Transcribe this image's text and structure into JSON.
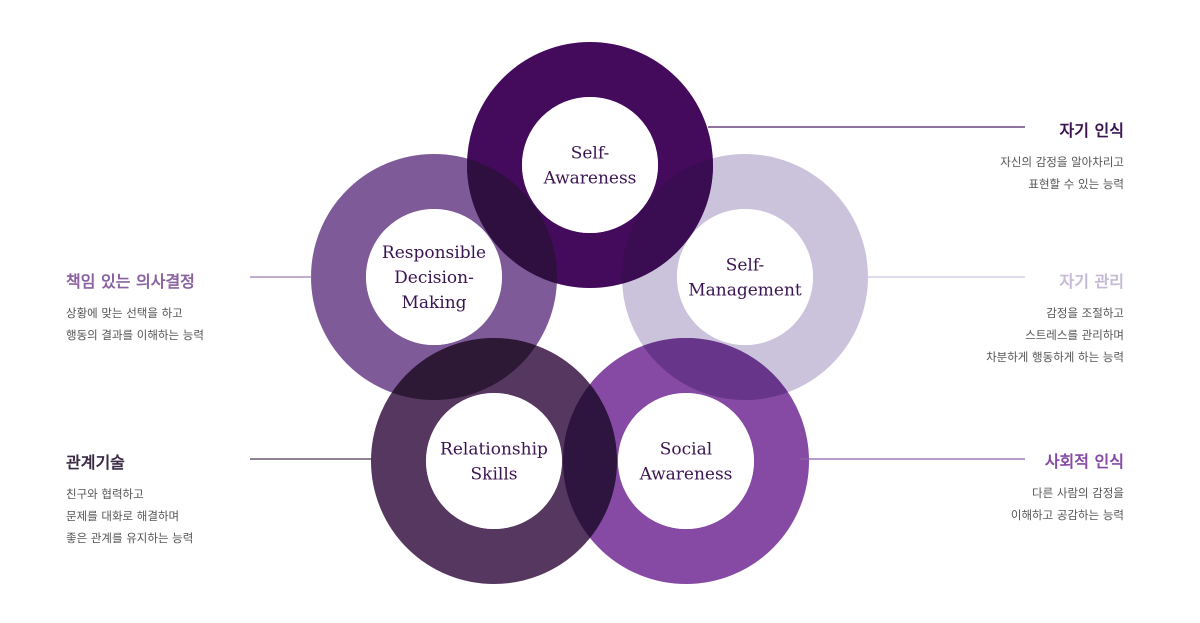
{
  "colors": {
    "self_awareness": "#440a5c",
    "self_management": "#cbc3dc",
    "social_awareness": "#864aa4",
    "relationship_skills": "#56375f",
    "decision_making": "#7e5b98",
    "overlap_dark": "#2a0f35"
  },
  "rings": {
    "self_awareness": [
      "Self-",
      "Awareness"
    ],
    "self_management": [
      "Self-",
      "Management"
    ],
    "social_awareness": [
      "Social",
      "Awareness"
    ],
    "relationship_skills": [
      "Relationship",
      "Skills"
    ],
    "decision_making": [
      "Responsible",
      "Decision-",
      "Making"
    ]
  },
  "sides": {
    "self_awareness": {
      "title": "자기 인식",
      "desc": [
        "자신의 감정을 알아차리고",
        "표현할 수 있는 능력"
      ],
      "color": "#3a1450"
    },
    "self_management": {
      "title": "자기 관리",
      "desc": [
        "감정을 조절하고",
        "스트레스를 관리하며",
        "차분하게 행동하게 하는 능력"
      ],
      "color": "#c4bad6"
    },
    "social_awareness": {
      "title": "사회적 인식",
      "desc": [
        "다른 사람의 감정을",
        "이해하고 공감하는 능력"
      ],
      "color": "#864aa4"
    },
    "decision_making": {
      "title": "책임 있는 의사결정",
      "desc": [
        "상황에 맞는 선택을 하고",
        "행동의 결과를 이해하는 능력"
      ],
      "color": "#8a62a0"
    },
    "relationship_skills": {
      "title": "관계기술",
      "desc": [
        "친구와 협력하고",
        "문제를 대화로 해결하며",
        "좋은 관계를 유지하는 능력"
      ],
      "color": "#3a2a44"
    }
  }
}
